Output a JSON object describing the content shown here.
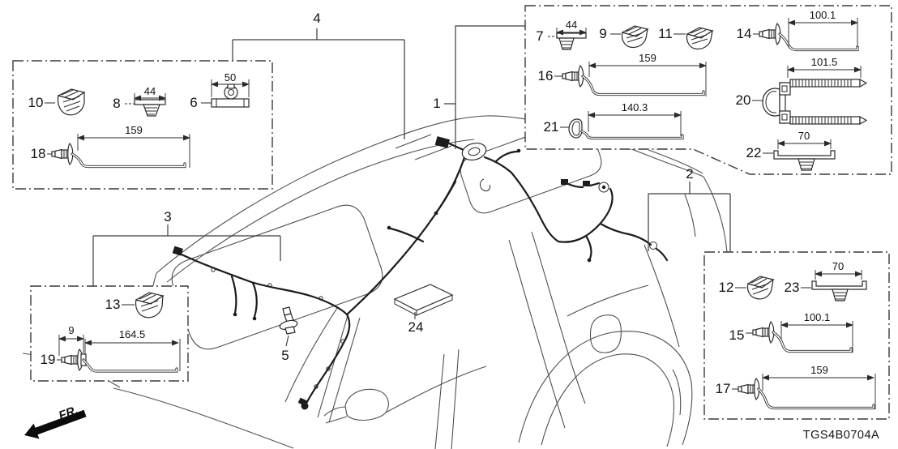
{
  "diagram": {
    "code": "TGS4B0704A",
    "fr_label": "FR.",
    "callouts": {
      "c1": "1",
      "c2": "2",
      "c3": "3",
      "c4": "4",
      "c5": "5",
      "c24": "24"
    },
    "boxes": {
      "upper_left": {
        "items": [
          {
            "ref": "10"
          },
          {
            "ref": "8",
            "dim": "44"
          },
          {
            "ref": "6",
            "dim": "50"
          },
          {
            "ref": "18",
            "dim": "159"
          }
        ]
      },
      "upper_right": {
        "items": [
          {
            "ref": "7",
            "dim": "44"
          },
          {
            "ref": "9"
          },
          {
            "ref": "11"
          },
          {
            "ref": "14",
            "dim": "100.1"
          },
          {
            "ref": "16",
            "dim": "159"
          },
          {
            "ref": "21",
            "dim": "140.3"
          },
          {
            "ref": "20",
            "dim": "101.5"
          },
          {
            "ref": "22",
            "dim": "70"
          }
        ]
      },
      "lower_left": {
        "items": [
          {
            "ref": "13"
          },
          {
            "ref": "19",
            "dim_a": "9",
            "dim_b": "164.5"
          }
        ]
      },
      "lower_right": {
        "items": [
          {
            "ref": "12"
          },
          {
            "ref": "23",
            "dim": "70"
          },
          {
            "ref": "15",
            "dim": "100.1"
          },
          {
            "ref": "17",
            "dim": "159"
          }
        ]
      }
    }
  }
}
